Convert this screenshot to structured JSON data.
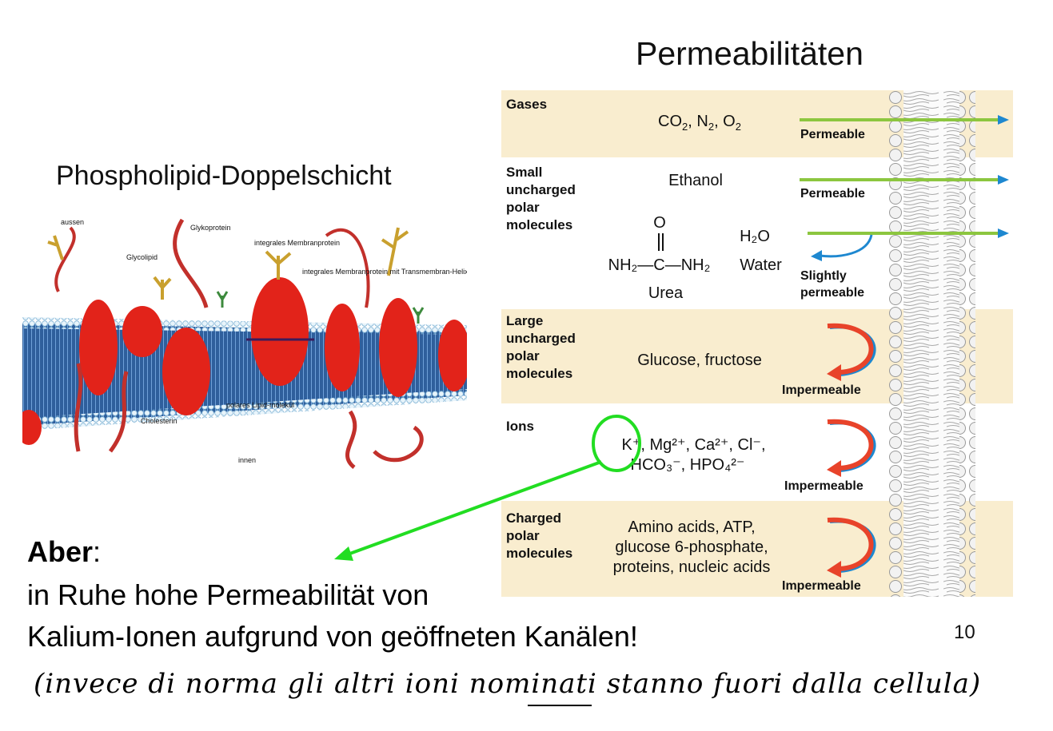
{
  "slide_title": "Permeabilitäten",
  "left_title": "Phospholipid-Doppelschicht",
  "illustration": {
    "labels": {
      "outside": "aussen",
      "glycolipid": "Glycolipid",
      "glycoprotein": "Glykoprotein",
      "integral_protein": "integrales Membranprotein",
      "transmembrane_helix": "integrales Membranprotein mit Transmembran-Helix",
      "polar_lipid": "polares Lipid-molekül",
      "cholesterol": "Cholesterin",
      "inside": "innen"
    }
  },
  "categories": {
    "gases": {
      "label": "Gases",
      "molecules_html": "CO<sub>2</sub>, N<sub>2</sub>, O<sub>2</sub>",
      "molecules_text": "CO2, N2, O2",
      "permeability": "Permeable"
    },
    "small_polar": {
      "label": "Small uncharged polar molecules",
      "molecules_a": "Ethanol",
      "permeability_a": "Permeable",
      "urea_formula_top": "O",
      "urea_formula_line": "NH₂—C—NH₂",
      "urea_name": "Urea",
      "water_formula": "H₂O",
      "water_name": "Water",
      "permeability_b": "Slightly permeable"
    },
    "large_polar": {
      "label": "Large uncharged polar molecules",
      "molecules": "Glucose, fructose",
      "permeability": "Impermeable"
    },
    "ions": {
      "label": "Ions",
      "molecules_line1": "K⁺, Mg²⁺, Ca²⁺, Cl⁻,",
      "molecules_line2": "HCO₃⁻, HPO₄²⁻",
      "permeability": "Impermeable"
    },
    "charged_polar": {
      "label": "Charged polar molecules",
      "molecules_line1": "Amino acids, ATP,",
      "molecules_line2": "glucose 6-phosphate,",
      "molecules_line3": "proteins, nucleic acids",
      "permeability": "Impermeable"
    }
  },
  "note": {
    "lead": "Aber",
    "lead_suffix": ":",
    "line1": "in Ruhe hohe Permeabilität von",
    "line2": "Kalium-Ionen aufgrund von geöffneten Kanälen!"
  },
  "page_number": "10",
  "handwritten_note": "(invece di norma gli altri ioni nominati stanno fuori dalla cellula)",
  "colors": {
    "band": "#f9edcf",
    "permeable_arrow": "#8cc63f",
    "arrow_head": "#1e88d0",
    "impermeable_arrow": "#e8432a",
    "highlight": "#22dd22"
  }
}
